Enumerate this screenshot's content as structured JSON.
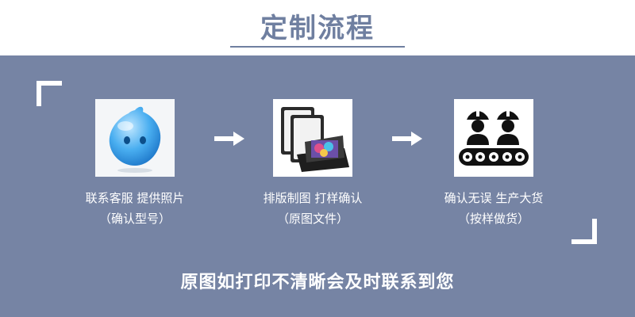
{
  "header": {
    "title": "定制流程"
  },
  "steps": [
    {
      "title": "联系客服  提供照片",
      "subtitle": "（确认型号）",
      "icon": "chat-mascot-icon"
    },
    {
      "title": "排版制图  打样确认",
      "subtitle": "（原图文件）",
      "icon": "tablet-case-icon"
    },
    {
      "title": "确认无误  生产大货",
      "subtitle": "（按样做货）",
      "icon": "workers-conveyor-icon"
    }
  ],
  "footer": {
    "note": "原图如打印不清晰会及时联系到您"
  },
  "colors": {
    "panel": "#7684a4",
    "title": "#6f7fa0",
    "text": "#ffffff"
  }
}
